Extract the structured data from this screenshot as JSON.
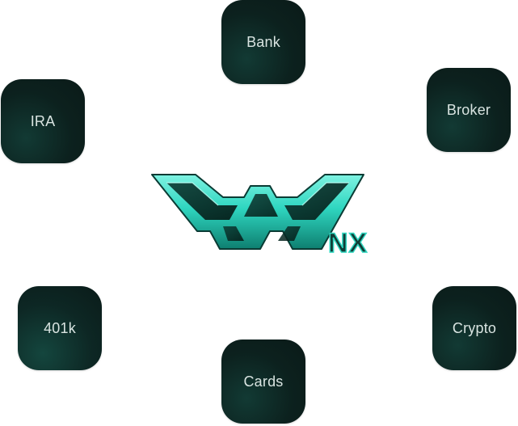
{
  "tiles": [
    {
      "id": "bank",
      "label": "Bank"
    },
    {
      "id": "ira",
      "label": "IRA"
    },
    {
      "id": "broker",
      "label": "Broker"
    },
    {
      "id": "401k",
      "label": "401k"
    },
    {
      "id": "crypto",
      "label": "Crypto"
    },
    {
      "id": "cards",
      "label": "Cards"
    }
  ],
  "logo": {
    "suffix": "NX",
    "accent_color": "#2fd6c0",
    "dark_color": "#0b3a33",
    "icon": "w-logo-icon"
  }
}
